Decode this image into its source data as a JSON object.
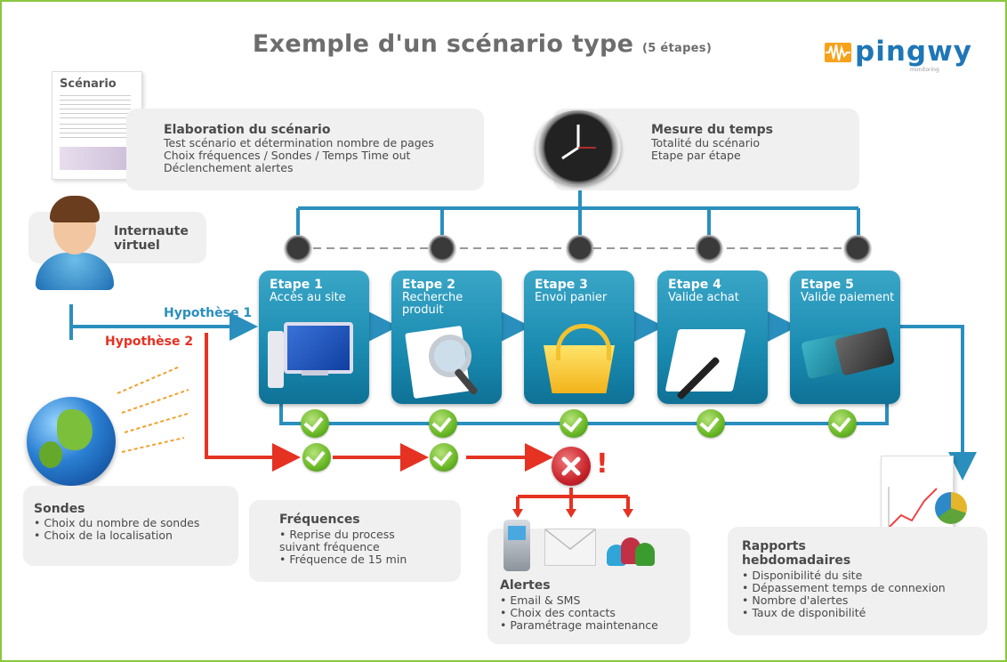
{
  "title": {
    "main": "Exemple d'un scénario type",
    "sub": "(5 étapes)"
  },
  "logo": {
    "name": "pingwy",
    "sub": "monitoring"
  },
  "scenario_doc": {
    "label": "Scénario"
  },
  "elaboration": {
    "title": "Elaboration du scénario",
    "lines": [
      "Test scénario et détermination nombre de pages",
      "Choix fréquences / Sondes / Temps Time out",
      "Déclenchement alertes"
    ]
  },
  "mesure": {
    "title": "Mesure du temps",
    "lines": [
      "Totalité du scénario",
      "Etape par étape"
    ]
  },
  "internaute": {
    "label": "Internaute virtuel"
  },
  "hypotheses": {
    "h1": "Hypothèse 1",
    "h2": "Hypothèse 2"
  },
  "steps": [
    {
      "num": "Etape 1",
      "label": "Accès au site"
    },
    {
      "num": "Etape 2",
      "label": "Recherche produit"
    },
    {
      "num": "Etape 3",
      "label": "Envoi panier"
    },
    {
      "num": "Etape 4",
      "label": "Valide achat"
    },
    {
      "num": "Etape 5",
      "label": "Valide paiement"
    }
  ],
  "sondes": {
    "title": "Sondes",
    "items": [
      "Choix du nombre de sondes",
      "Choix de la localisation"
    ]
  },
  "frequences": {
    "title": "Fréquences",
    "items": [
      "Reprise du process suivant fréquence",
      "Fréquence de 15 min"
    ]
  },
  "alertes": {
    "title": "Alertes",
    "items": [
      "Email & SMS",
      "Choix des contacts",
      "Paramétrage maintenance"
    ]
  },
  "rapports": {
    "title": "Rapports hebdomadaires",
    "items": [
      "Disponibilité du site",
      "Dépassement temps de connexion",
      "Nombre d'alertes",
      "Taux de disponibilité"
    ]
  },
  "error_mark": "!",
  "colors": {
    "blue": "#2a8fbd",
    "red": "#e53222",
    "green": "#6fbb2a",
    "border": "#8cc63f"
  }
}
